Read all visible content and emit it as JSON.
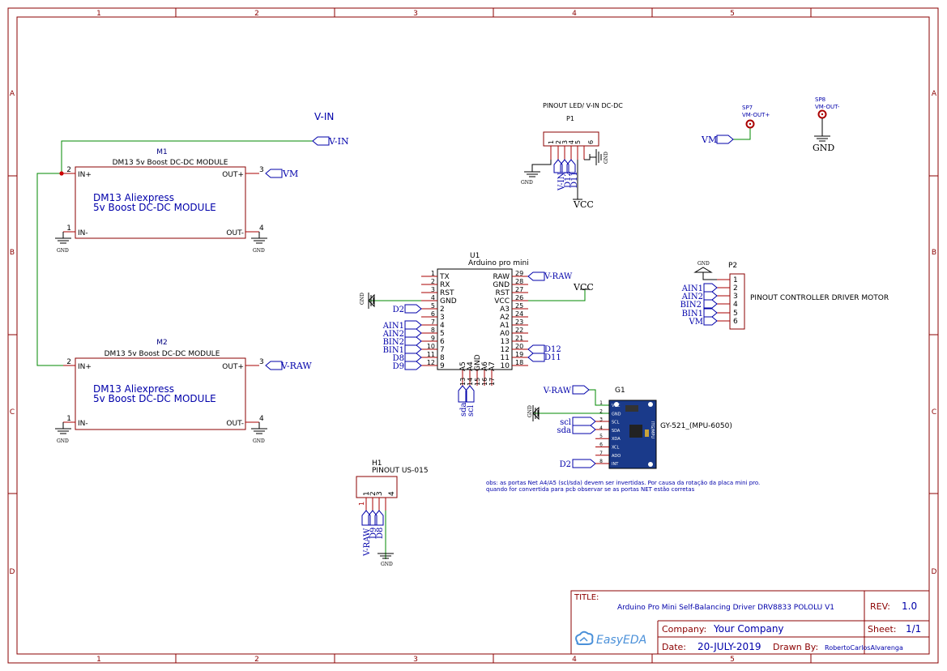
{
  "frame": {
    "cols": [
      "1",
      "2",
      "3",
      "4",
      "5"
    ],
    "rows": [
      "A",
      "B",
      "C",
      "D"
    ]
  },
  "colors": {
    "frame": "#8b0000",
    "wire": "#008800",
    "text": "#0000aa",
    "pin": "#aa0000",
    "body": "#000000"
  },
  "vin_title": "V-IN",
  "m1": {
    "ref": "M1",
    "title": "DM13 5v Boost DC-DC MODULE",
    "line1": "DM13 Aliexpress",
    "line2": "5v Boost DC-DC MODULE",
    "pins": [
      {
        "num": "2",
        "name": "IN+"
      },
      {
        "num": "1",
        "name": "IN-"
      },
      {
        "num": "3",
        "name": "OUT+"
      },
      {
        "num": "4",
        "name": "OUT-"
      }
    ],
    "net_vin": "V-IN",
    "net_out": "VM",
    "gnd1": "GND",
    "gnd2": "GND"
  },
  "m2": {
    "ref": "M2",
    "title": "DM13 5v Boost DC-DC MODULE",
    "line1": "DM13 Aliexpress",
    "line2": "5v Boost DC-DC MODULE",
    "pins": [
      {
        "num": "2",
        "name": "IN+"
      },
      {
        "num": "1",
        "name": "IN-"
      },
      {
        "num": "3",
        "name": "OUT+"
      },
      {
        "num": "4",
        "name": "OUT-"
      }
    ],
    "net_out": "V-RAW",
    "gnd1": "GND",
    "gnd2": "GND"
  },
  "p1": {
    "title": "PINOUT LED/ V-IN DC-DC",
    "ref": "P1",
    "pins": [
      "1",
      "2",
      "3",
      "4",
      "5",
      "6"
    ],
    "nets": [
      "V-IN",
      "D12",
      "D11"
    ],
    "vcc": "VCC",
    "gnd_left": "GND",
    "gnd_right": "GND"
  },
  "sp7": {
    "ref": "SP7",
    "name": "VM-OUT+",
    "net": "VM"
  },
  "sp8": {
    "ref": "SP8",
    "name": "VM-OUT-",
    "gnd": "GND"
  },
  "p2": {
    "ref": "P2",
    "title": "PINOUT CONTROLLER DRIVER MOTOR",
    "gnd": "GND",
    "pins": [
      "1",
      "2",
      "3",
      "4",
      "5",
      "6"
    ],
    "nets": [
      "AIN1",
      "AIN2",
      "BIN2",
      "BIN1",
      "VM"
    ]
  },
  "u1": {
    "ref": "U1",
    "name": "Arduino pro mini",
    "left_pins": [
      {
        "num": "1",
        "name": "TX"
      },
      {
        "num": "2",
        "name": "RX"
      },
      {
        "num": "3",
        "name": "RST"
      },
      {
        "num": "4",
        "name": "GND"
      },
      {
        "num": "5",
        "name": "2"
      },
      {
        "num": "6",
        "name": "3"
      },
      {
        "num": "7",
        "name": "4"
      },
      {
        "num": "8",
        "name": "5"
      },
      {
        "num": "9",
        "name": "6"
      },
      {
        "num": "10",
        "name": "7"
      },
      {
        "num": "11",
        "name": "8"
      },
      {
        "num": "12",
        "name": "9"
      }
    ],
    "right_pins": [
      {
        "num": "29",
        "name": "RAW"
      },
      {
        "num": "28",
        "name": "GND"
      },
      {
        "num": "27",
        "name": "RST"
      },
      {
        "num": "26",
        "name": "VCC"
      },
      {
        "num": "25",
        "name": "A3"
      },
      {
        "num": "24",
        "name": "A2"
      },
      {
        "num": "23",
        "name": "A1"
      },
      {
        "num": "22",
        "name": "A0"
      },
      {
        "num": "21",
        "name": "13"
      },
      {
        "num": "20",
        "name": "12"
      },
      {
        "num": "19",
        "name": "11"
      },
      {
        "num": "18",
        "name": "10"
      }
    ],
    "bottom_pins": [
      {
        "num": "13",
        "name": "A5"
      },
      {
        "num": "14",
        "name": "A4"
      },
      {
        "num": "15",
        "name": "GND"
      },
      {
        "num": "16",
        "name": "A6"
      },
      {
        "num": "17",
        "name": "A7"
      }
    ],
    "left_nets": [
      "D2",
      "AIN1",
      "AIN2",
      "BIN2",
      "BIN1",
      "D8",
      "D9"
    ],
    "right_nets": [
      "V-RAW",
      "VCC",
      "D12",
      "D11"
    ],
    "bottom_nets": [
      "sda",
      "scl"
    ],
    "gnd": "GND"
  },
  "g1": {
    "ref": "G1",
    "name": "GY-521_(MPU-6050)",
    "pins": [
      "1",
      "2",
      "3",
      "4",
      "5",
      "6",
      "7",
      "8"
    ],
    "pin_labels": [
      "VCC",
      "GND",
      "SCL",
      "SDA",
      "XDA",
      "XCL",
      "ADO",
      "INT"
    ],
    "nets": [
      "V-RAW",
      "scl",
      "sda",
      "D2"
    ],
    "gnd": "GND",
    "board_text": "ITG/MPU"
  },
  "h1": {
    "ref": "H1",
    "name": "PINOUT US-015",
    "pins": [
      "1",
      "2",
      "3",
      "4"
    ],
    "nets": [
      "V-RAW",
      "D9",
      "D8"
    ],
    "gnd": "GND"
  },
  "note": {
    "line1": "obs: as portas Net A4/A5 (scl/sda) devem ser invertidas. Por causa da rotação da placa mini pro.",
    "line2": "quando for convertida para pcb observar se as portas NET estão corretas"
  },
  "titleblock": {
    "title_label": "TITLE:",
    "title": "Arduino Pro Mini Self-Balancing Driver DRV8833 POLOLU V1",
    "rev_label": "REV:",
    "rev": "1.0",
    "company_label": "Company:",
    "company": "Your Company",
    "sheet_label": "Sheet:",
    "sheet": "1/1",
    "date_label": "Date:",
    "date": "20-JULY-2019",
    "drawn_label": "Drawn By:",
    "drawn": "RobertoCarlosAlvarenga",
    "logo": "EasyEDA"
  }
}
